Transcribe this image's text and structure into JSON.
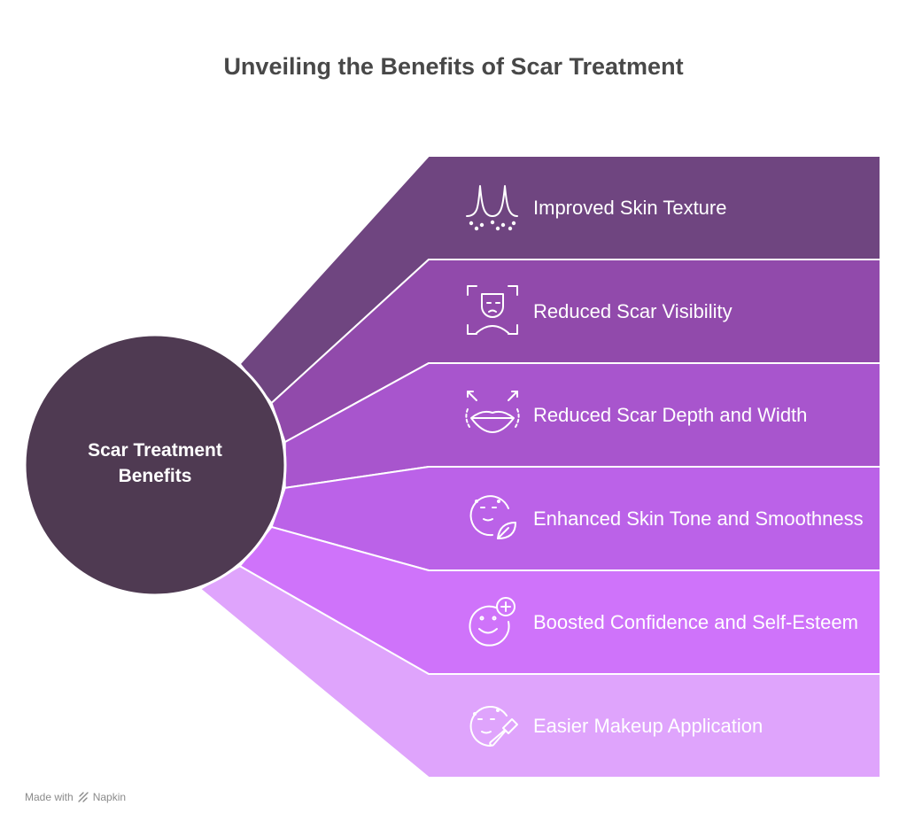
{
  "title": "Unveiling the Benefits of Scar Treatment",
  "hub": {
    "label": "Scar Treatment Benefits",
    "color": "#4f3a52"
  },
  "benefits": [
    {
      "label": "Improved Skin Texture",
      "icon": "skin-texture-icon",
      "color": "#6f4580"
    },
    {
      "label": "Reduced Scar Visibility",
      "icon": "face-scan-icon",
      "color": "#914aab"
    },
    {
      "label": "Reduced Scar Depth and Width",
      "icon": "lips-expand-icon",
      "color": "#a855cd"
    },
    {
      "label": "Enhanced Skin Tone and Smoothness",
      "icon": "face-leaf-icon",
      "color": "#bb62e8"
    },
    {
      "label": "Boosted Confidence and Self-Esteem",
      "icon": "smile-plus-icon",
      "color": "#cf73fa"
    },
    {
      "label": "Easier Makeup Application",
      "icon": "makeup-brush-icon",
      "color": "#dfa4fc"
    }
  ],
  "footer": {
    "text": "Made with",
    "brand": "Napkin",
    "icon": "napkin-logo-icon"
  }
}
